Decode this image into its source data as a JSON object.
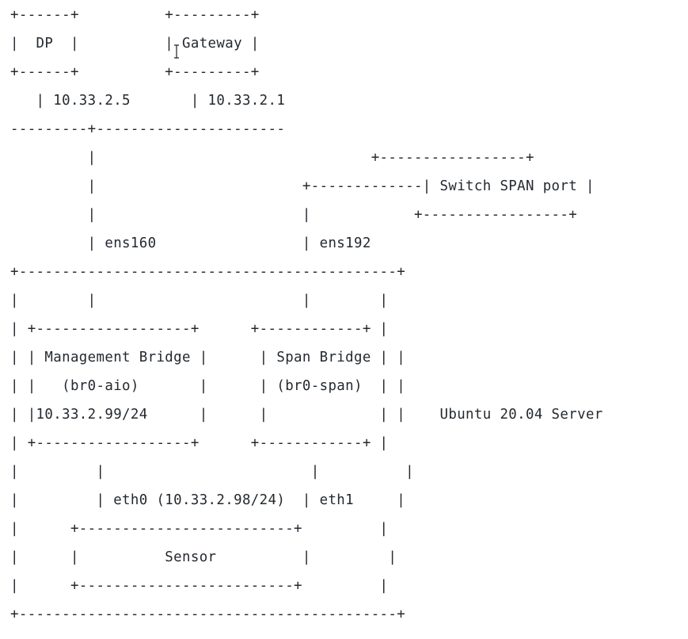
{
  "diagram": {
    "lines": [
      "+------+          +---------+",
      "|  DP  |          | Gateway |",
      "+------+          +---------+",
      "   | 10.33.2.5       | 10.33.2.1",
      "---------+----------------------",
      "         |                                +-----------------+",
      "         |                        +-------------| Switch SPAN port |",
      "         |                        |            +-----------------+",
      "         | ens160                 | ens192",
      "+--------------------------------------------+",
      "|        |                        |        |",
      "| +------------------+      +------------+ |",
      "| | Management Bridge |      | Span Bridge | |",
      "| |   (br0-aio)       |      | (br0-span)  | |",
      "| |10.33.2.99/24      |      |             | |    Ubuntu 20.04 Server",
      "| +------------------+      +------------+ |",
      "|         |                        |          |",
      "|         | eth0 (10.33.2.98/24)  | eth1     |",
      "|      +-------------------------+         |",
      "|      |          Sensor          |         |",
      "|      +-------------------------+         |",
      "+--------------------------------------------+"
    ]
  }
}
